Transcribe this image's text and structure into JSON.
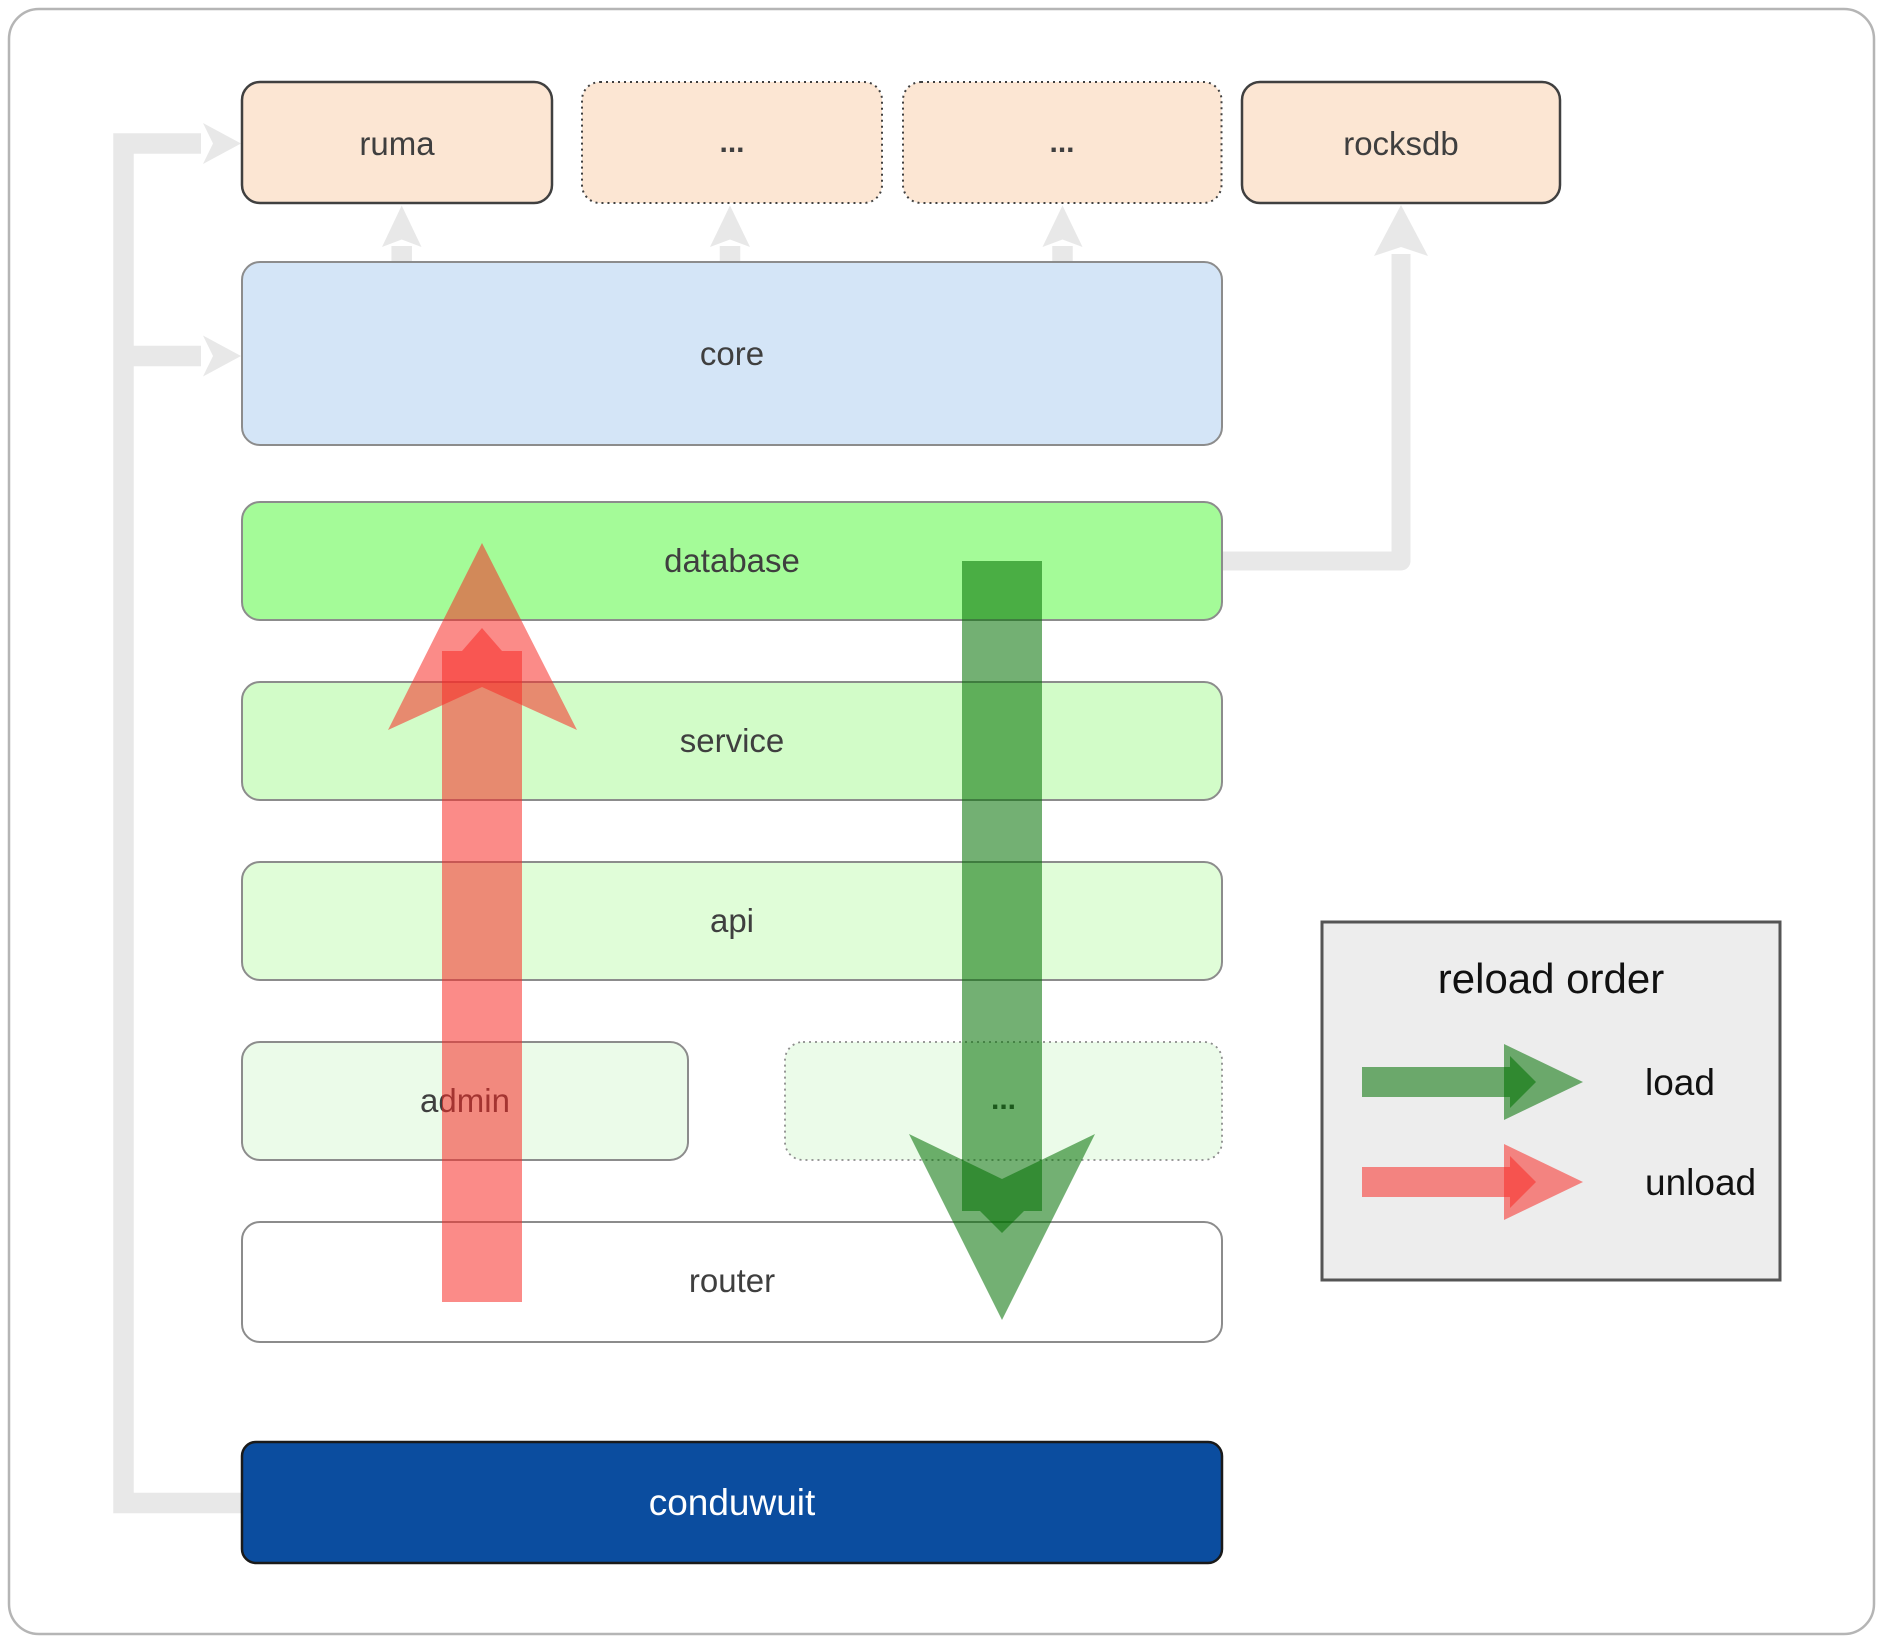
{
  "colors": {
    "peach_fill": "#fce6d3",
    "blue_fill": "#d4e5f7",
    "db_fill": "#a4fb98",
    "service_fill": "#d2fcc8",
    "api_fill": "#e0fdd8",
    "faint_green_fill": "#ebfbe9",
    "router_fill": "#ffffff",
    "conduwuit_fill": "#0b4d9f",
    "dark_border": "#404040",
    "gray_border": "#8c8c8c",
    "connector_gray": "#e8e8e8",
    "load_green": "#007000",
    "unload_red": "#f82c27",
    "legend_fill": "#ededed",
    "legend_border": "#555555",
    "label_color": "#3f3f3f",
    "conduwuit_label_color": "#ffffff",
    "legend_text": "#111111",
    "frame_border": "#b5b5b5"
  },
  "nodes": {
    "ruma": {
      "label": "ruma"
    },
    "ellipsis_top_1": {
      "label": "..."
    },
    "ellipsis_top_2": {
      "label": "..."
    },
    "rocksdb": {
      "label": "rocksdb"
    },
    "core": {
      "label": "core"
    },
    "database": {
      "label": "database"
    },
    "service": {
      "label": "service"
    },
    "api": {
      "label": "api"
    },
    "admin": {
      "label": "admin"
    },
    "ellipsis_admin_row": {
      "label": "..."
    },
    "router": {
      "label": "router"
    },
    "conduwuit": {
      "label": "conduwuit"
    }
  },
  "legend": {
    "title": "reload order",
    "items": [
      {
        "label": "load",
        "color": "#007000"
      },
      {
        "label": "unload",
        "color": "#f82c27"
      }
    ]
  }
}
